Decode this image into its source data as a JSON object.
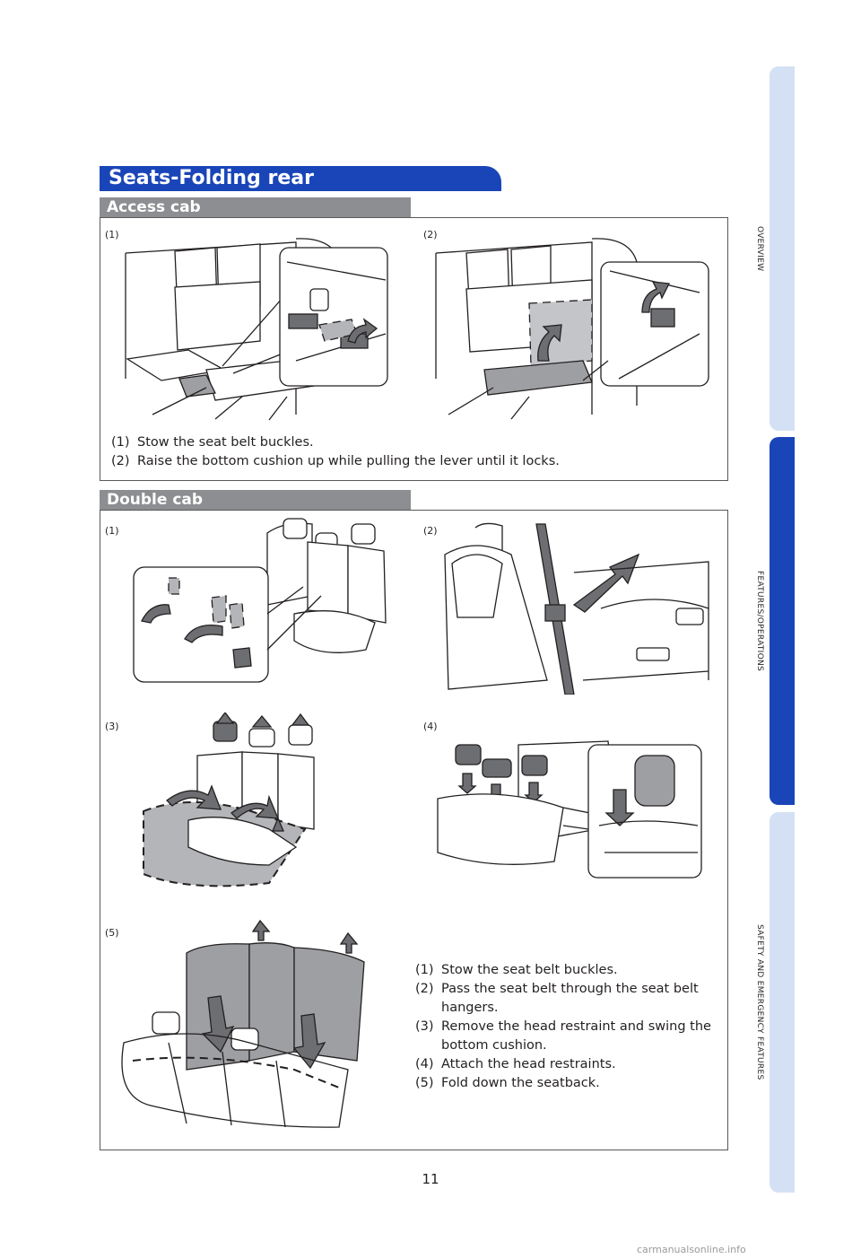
{
  "side_tabs": {
    "overview": "OVERVIEW",
    "features": "FEATURES/OPERATIONS",
    "safety": "SAFETY AND EMERGENCY FEATURES"
  },
  "title": "Seats-Folding rear",
  "access_cab": {
    "heading": "Access cab",
    "fig1_label": "(1)",
    "fig2_label": "(2)",
    "steps": [
      {
        "num": "(1)",
        "text": "Stow the seat belt buckles."
      },
      {
        "num": "(2)",
        "text": "Raise the bottom cushion up while pulling the lever until it locks."
      }
    ]
  },
  "double_cab": {
    "heading": "Double cab",
    "fig_labels": [
      "(1)",
      "(2)",
      "(3)",
      "(4)",
      "(5)"
    ],
    "steps": [
      {
        "num": "(1)",
        "text": "Stow the seat belt buckles."
      },
      {
        "num": "(2)",
        "text": "Pass the seat belt through the seat belt hangers."
      },
      {
        "num": "(3)",
        "text": "Remove the head restraint and swing the bottom cushion."
      },
      {
        "num": "(4)",
        "text": "Attach the head restraints."
      },
      {
        "num": "(5)",
        "text": "Fold down the seatback."
      }
    ]
  },
  "page_number": "11",
  "footer": "carmanualsonline.info",
  "colors": {
    "accent": "#1a45b8",
    "tab_inactive": "#d4e1f5",
    "section_bar": "#8c8e91"
  }
}
